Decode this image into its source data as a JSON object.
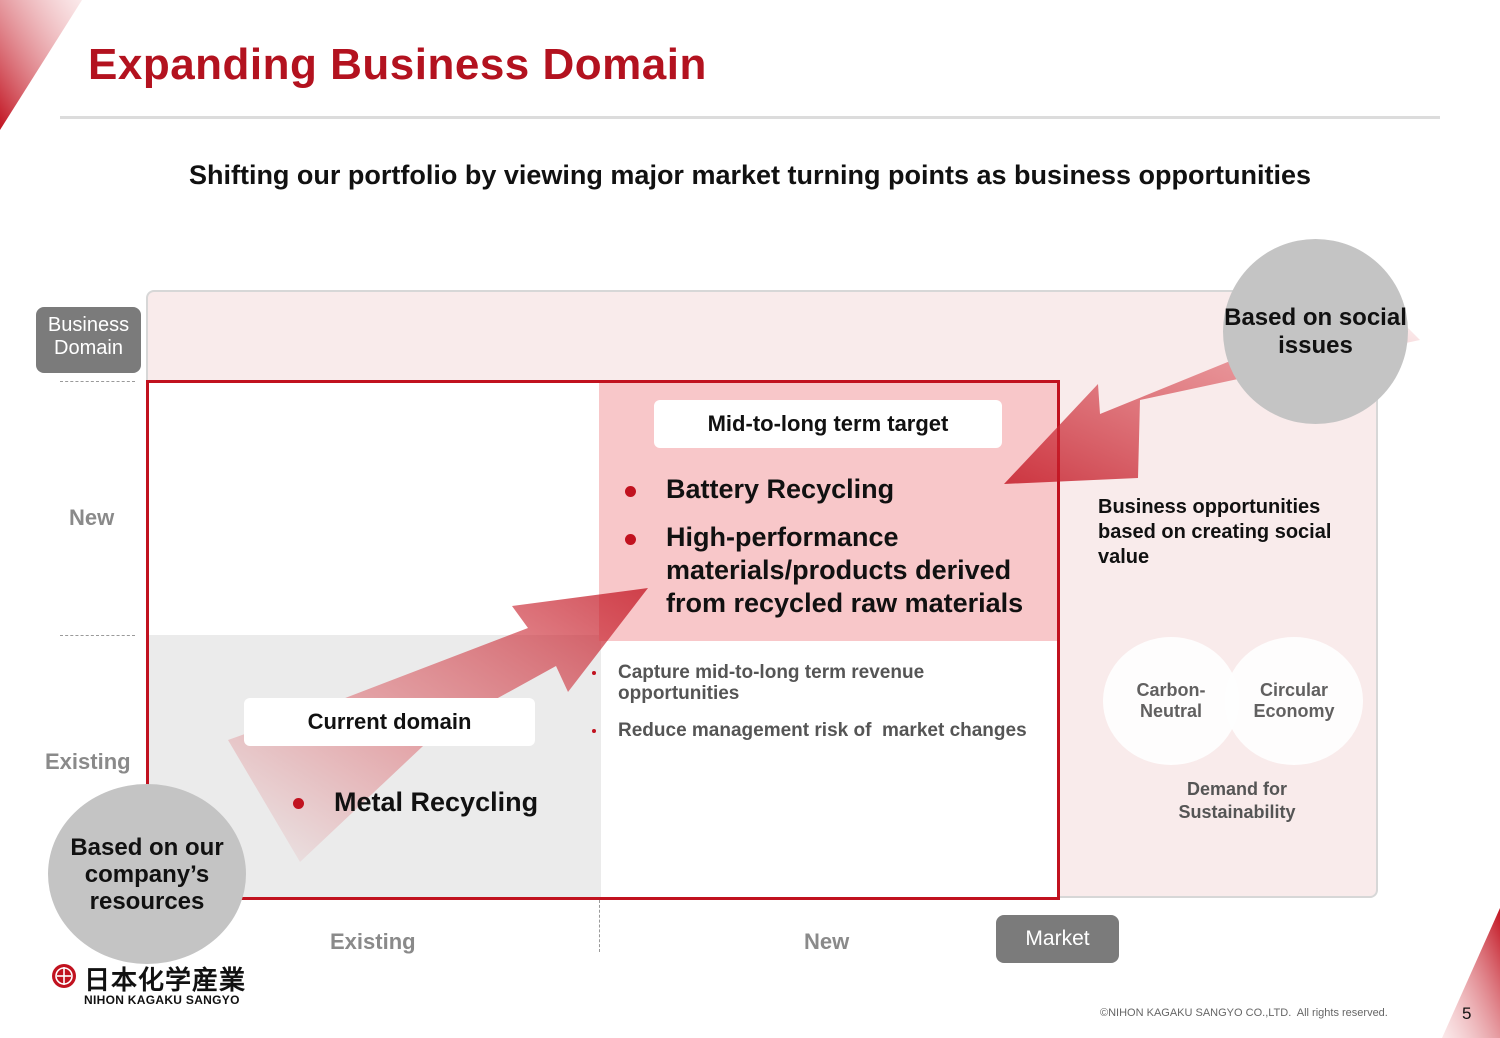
{
  "header": {
    "title": "Expanding Business Domain",
    "subtitle": "Shifting our portfolio by viewing major market turning points as business opportunities"
  },
  "axes": {
    "y_axis_tag": "Business\nDomain",
    "y_new": "New",
    "y_existing": "Existing",
    "x_existing": "Existing",
    "x_new": "New",
    "x_axis_tag": "Market"
  },
  "target": {
    "label": "Mid-to-long term target",
    "items": [
      "Battery Recycling",
      "High-performance materials/products derived from recycled raw materials"
    ],
    "benefits": [
      "Capture mid-to-long term revenue opportunities",
      "Reduce management risk of  market changes"
    ]
  },
  "current": {
    "label": "Current domain",
    "items": [
      "Metal Recycling"
    ]
  },
  "social": {
    "circle": "Based on social issues",
    "opportunity": "Business opportunities based on creating social value",
    "circles": [
      "Carbon-\nNeutral",
      "Circular\nEconomy"
    ],
    "demand": "Demand for Sustainability"
  },
  "resources": {
    "circle": "Based on our company’s resources"
  },
  "footer": {
    "logo_jp": "日本化学産業",
    "logo_en": "NIHON KAGAKU SANGYO",
    "copyright": "©NIHON KAGAKU SANGYO CO.,LTD.  All rights reserved.",
    "page": "5"
  },
  "colors": {
    "accent": "#c1121f",
    "title": "#b3121f",
    "target_fill": "#f8c7c9",
    "outer_fill": "#f9ebeb",
    "existing_fill": "#ebebeb",
    "tag_gray": "#7b7b7b"
  }
}
